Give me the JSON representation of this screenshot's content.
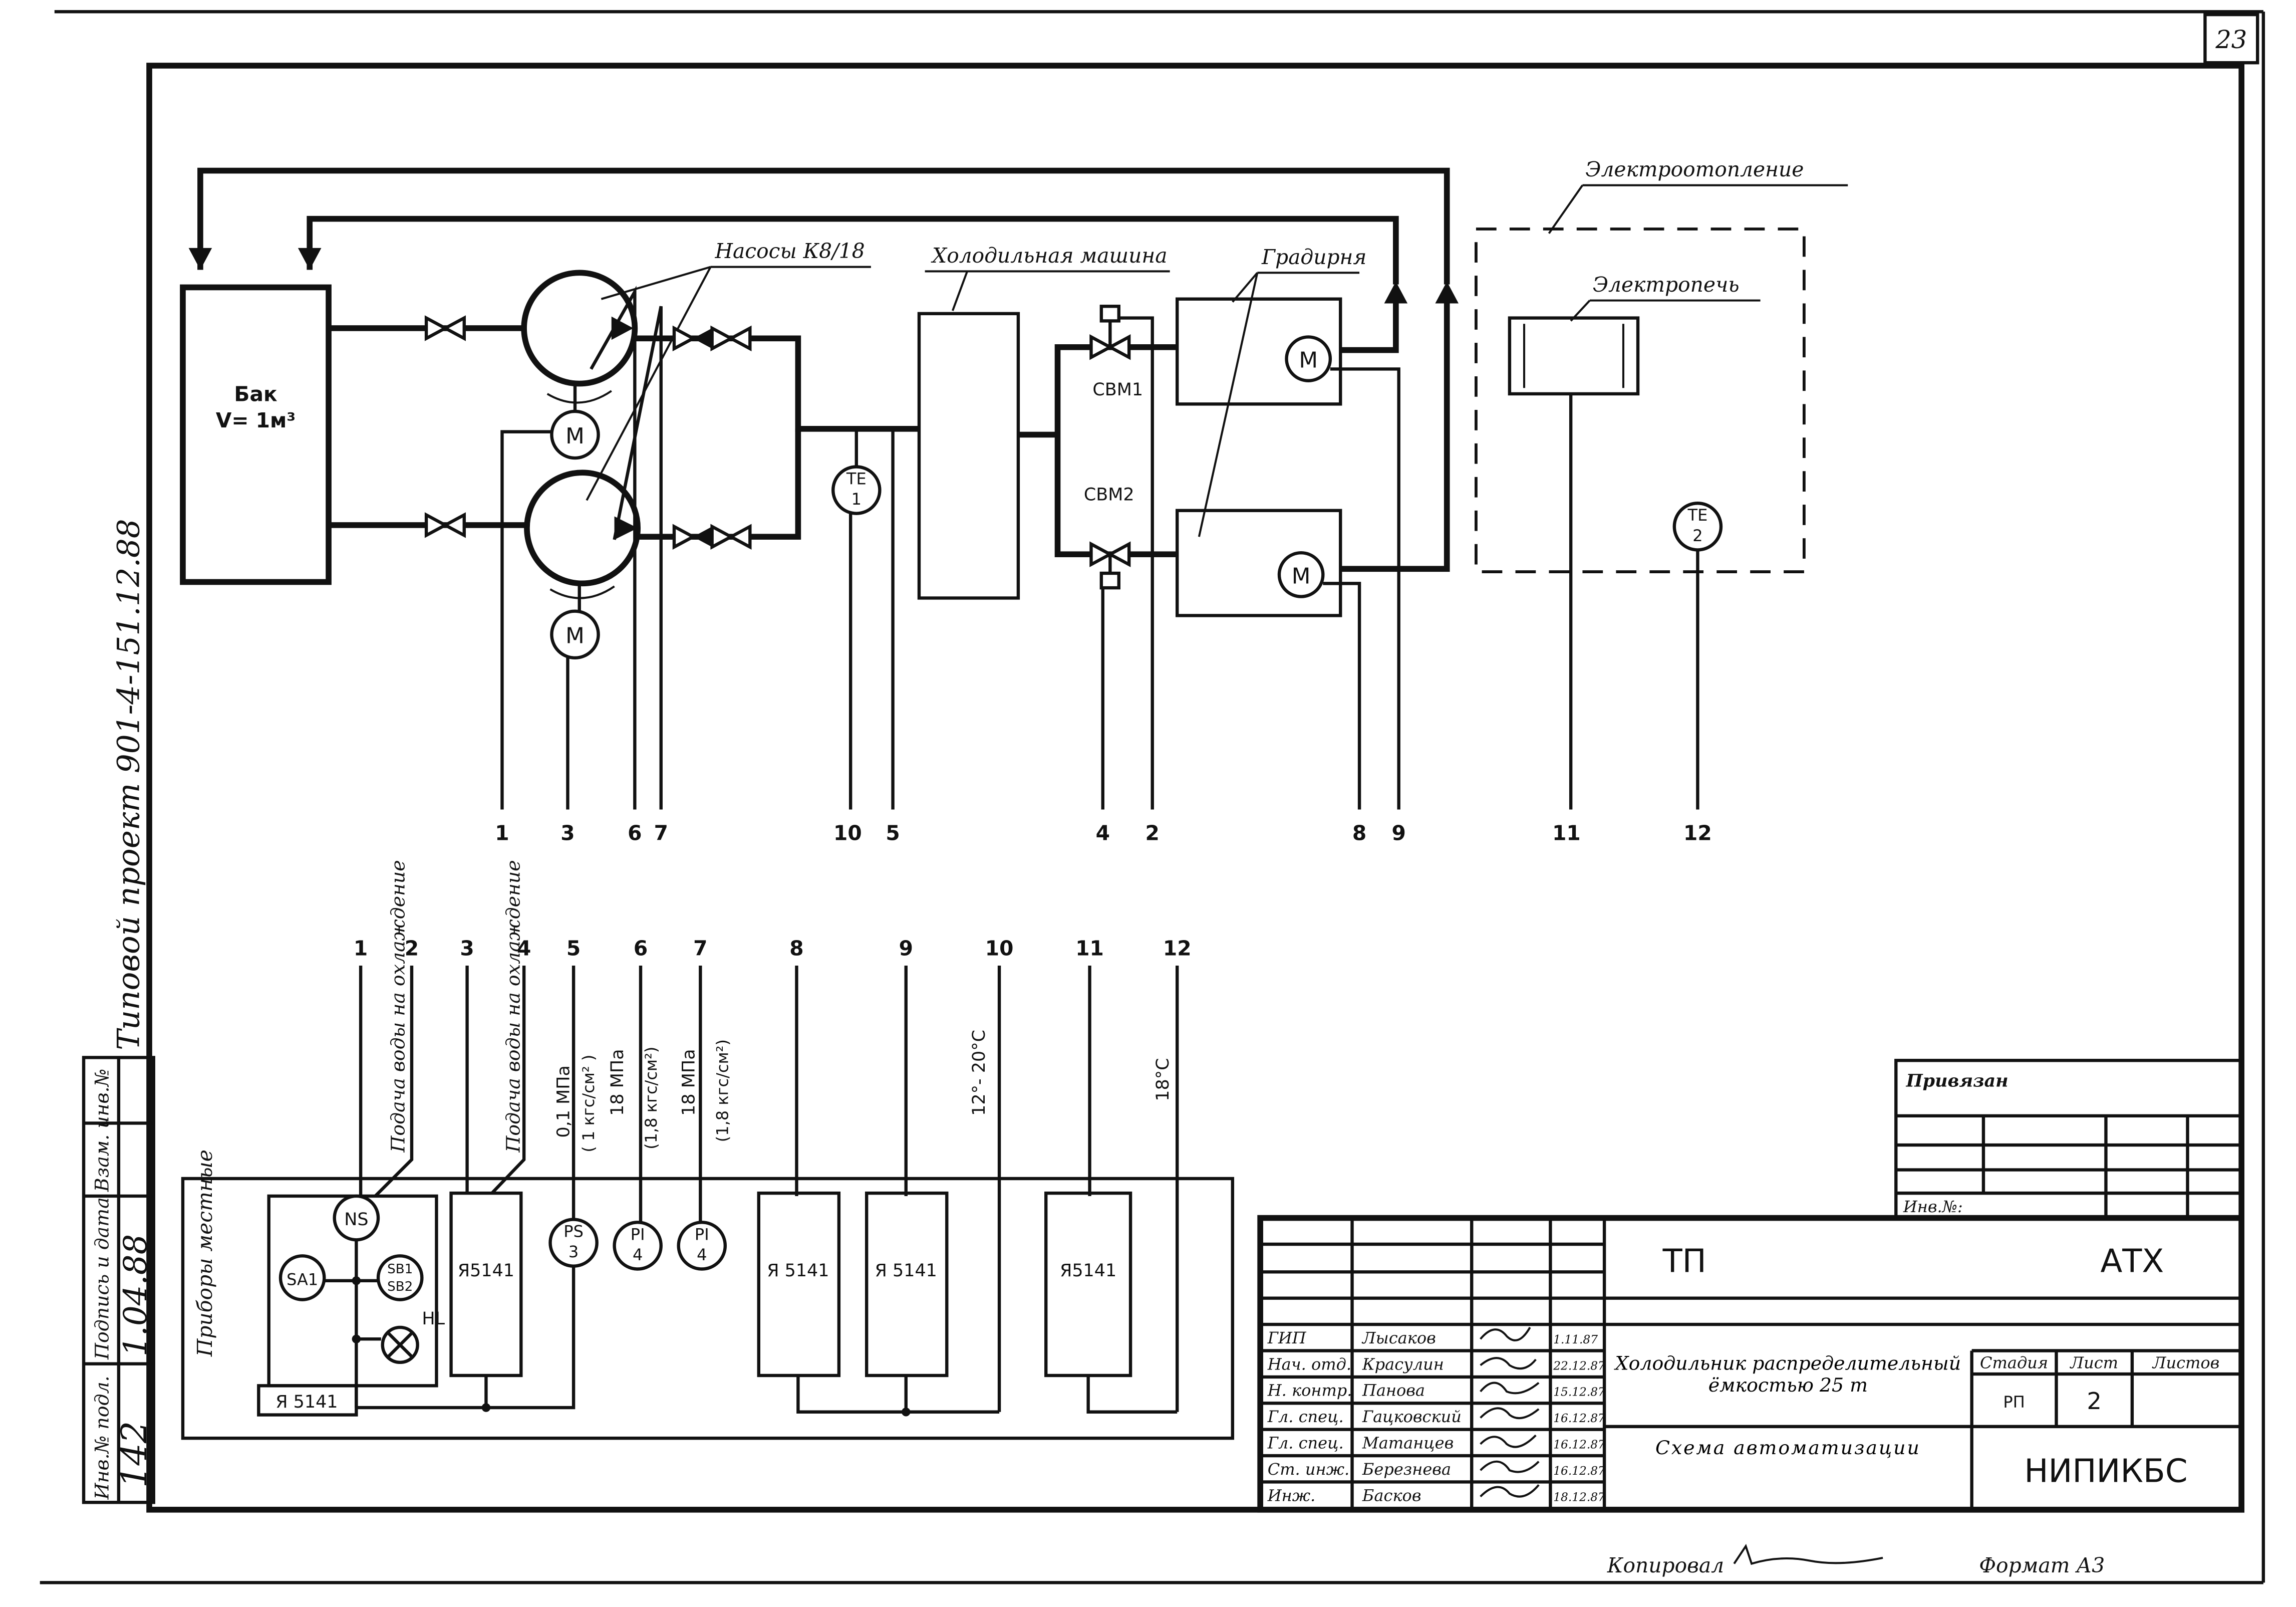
{
  "sheet": {
    "page_number": "23",
    "project_note": "Типовой проект 901-4-151.12.88",
    "copied_by_label": "Копировал",
    "format_label": "Формат А3"
  },
  "left_margin_block": {
    "inv_orig": "Инв.№ подл.",
    "inv_orig_value": "142",
    "sign_date": "Подпись и дата",
    "sign_date_value": "1.04.88",
    "replace_inv": "Взам. инв.№"
  },
  "schematic": {
    "tank_label": "Бак",
    "tank_volume": "V= 1м³",
    "pumps_label": "Насосы К8/18",
    "chiller_label": "Холодильная машина",
    "cooling_tower_label": "Градирня",
    "electric_heating_label": "Электроотопление",
    "electric_stove_label": "Электропечь",
    "valve1_label": "СВМ1",
    "valve2_label": "СВМ2",
    "motor_symbol": "М",
    "te1": {
      "code": "TE",
      "num": "1"
    },
    "te2": {
      "code": "TE",
      "num": "2"
    },
    "line_numbers": [
      "1",
      "3",
      "6",
      "7",
      "10",
      "5",
      "4",
      "2",
      "8",
      "9",
      "11",
      "12"
    ]
  },
  "instruments": {
    "column_numbers": [
      "1",
      "2",
      "3",
      "4",
      "5",
      "6",
      "7",
      "8",
      "9",
      "10",
      "11",
      "12"
    ],
    "label_cooling_water_1": "Подача воды на охлаждение",
    "label_cooling_water_2": "Подача воды на охлаждение",
    "label_5a": "0,1 МПа",
    "label_5b": "( 1 кгс/см² )",
    "label_6a": "18 МПа",
    "label_6b": "(1,8 кгс/см²)",
    "label_7a": "18 МПа",
    "label_7b": "(1,8 кгс/см²)",
    "label_10": "12°- 20°С",
    "label_12": "18°С",
    "board_label": "Приборы местные",
    "panel_code": "Я5141",
    "panel_code_spaced": "Я 5141",
    "ns": "NS",
    "sa1": "SA1",
    "sb1": "SB1",
    "sb2": "SB2",
    "hl": "HL",
    "ps": {
      "code": "PS",
      "num": "3"
    },
    "pi1": {
      "code": "PI",
      "num": "4"
    },
    "pi2": {
      "code": "PI",
      "num": "4"
    }
  },
  "title_block": {
    "attached_label": "Привязан",
    "inv_label": "Инв.№:",
    "code_left": "ТП",
    "code_right": "АТХ",
    "object_title": "Холодильник распределительный ёмкостью   25 т",
    "sheet_title": "Схема автоматизации",
    "stage_label": "Стадия",
    "sheet_label": "Лист",
    "sheets_label": "Листов",
    "stage_value": "РП",
    "sheet_value": "2",
    "organization": "НИПИКБС",
    "staff": [
      {
        "role": "ГИП",
        "name": "Лысаков",
        "date": "1.11.87"
      },
      {
        "role": "Нач. отд.",
        "name": "Красулин",
        "date": "22.12.87"
      },
      {
        "role": "Н. контр.",
        "name": "Панова",
        "date": "15.12.87"
      },
      {
        "role": "Гл. спец.",
        "name": "Гацковский",
        "date": "16.12.87"
      },
      {
        "role": "Гл. спец.",
        "name": "Матанцев",
        "date": "16.12.87"
      },
      {
        "role": "Ст. инж.",
        "name": "Березнева",
        "date": "16.12.87"
      },
      {
        "role": "Инж.",
        "name": "Басков",
        "date": "18.12.87"
      }
    ]
  }
}
